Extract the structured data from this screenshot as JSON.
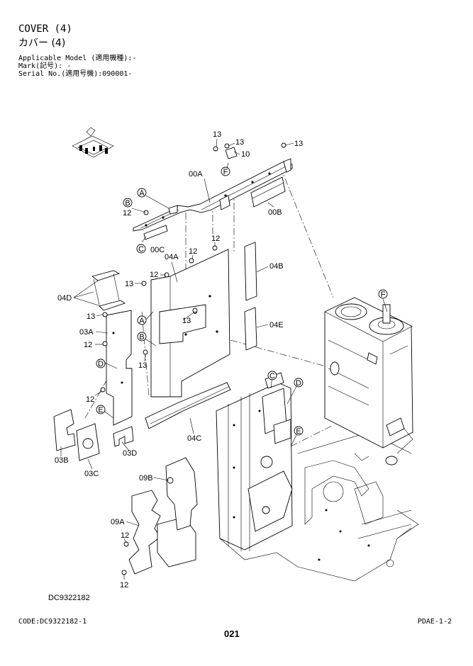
{
  "header": {
    "title_en": "COVER (4)",
    "title_jp": "カバー (4)",
    "applicable_model": "Applicable Model (適用機種):-",
    "mark": "Mark(記号): -",
    "serial": "Serial No.(適用号機):090001-"
  },
  "parts": {
    "p00A": "00A",
    "p00B": "00B",
    "p00C": "00C",
    "p03A": "03A",
    "p03B": "03B",
    "p03C": "03C",
    "p03D": "03D",
    "p04A": "04A",
    "p04B": "04B",
    "p04C": "04C",
    "p04D": "04D",
    "p04E": "04E",
    "p09A": "09A",
    "p09B": "09B",
    "p10": "10",
    "p12": "12",
    "p13": "13"
  },
  "refs": {
    "A": "A",
    "B": "B",
    "C": "C",
    "D": "D",
    "E": "E",
    "F": "F"
  },
  "footer": {
    "drawing_no": "DC9322182",
    "code": "CODE:DC9322182-1",
    "pdae": "PDAE-1-2",
    "page": "021"
  }
}
